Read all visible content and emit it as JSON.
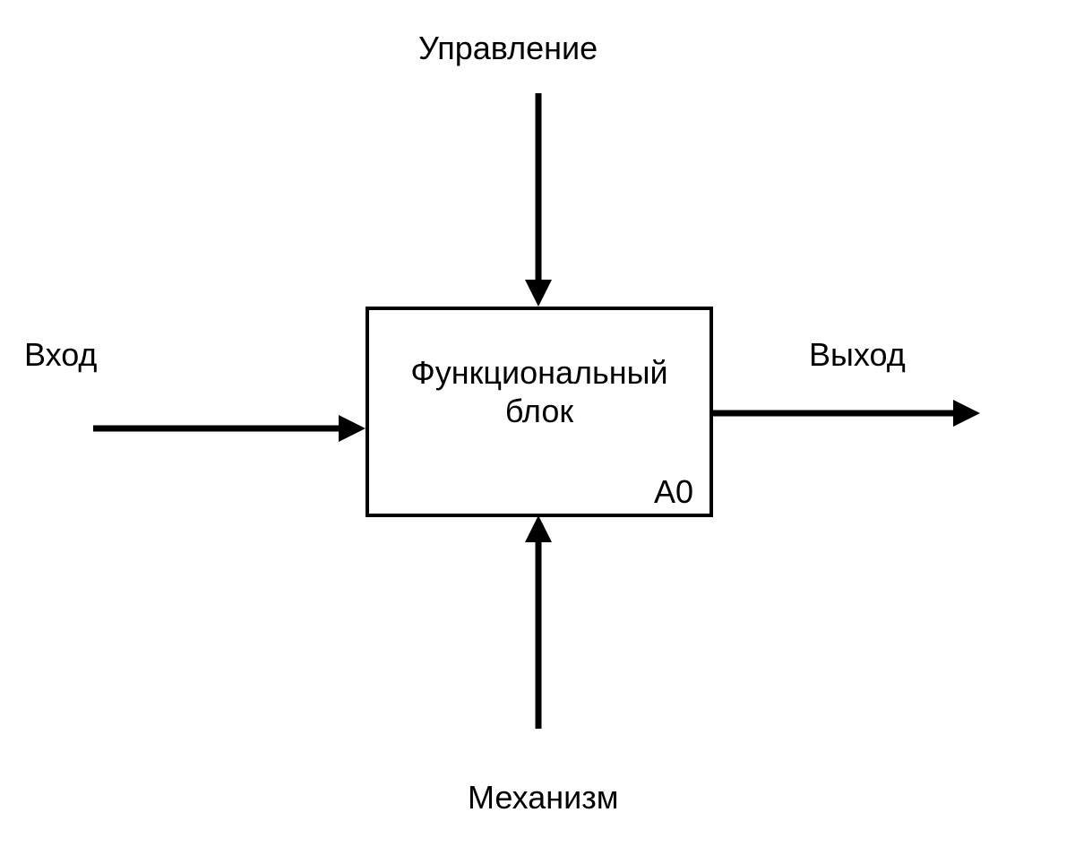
{
  "diagram": {
    "block": {
      "title_line1": "Функциональный",
      "title_line2": "блок",
      "id": "A0"
    },
    "arrows": {
      "control": "Управление",
      "input": "Вход",
      "output": "Выход",
      "mechanism": "Механизм"
    },
    "colors": {
      "stroke": "#000000",
      "background": "#ffffff"
    }
  }
}
